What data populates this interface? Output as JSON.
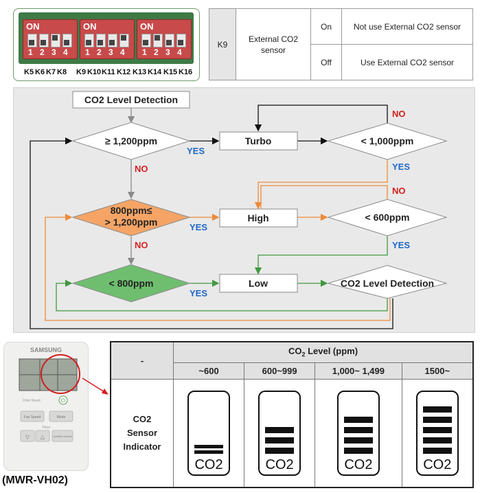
{
  "dip_panel": {
    "switch_label": "ON",
    "numbers": [
      "1",
      "2",
      "3",
      "4"
    ],
    "k_labels": [
      "K5",
      "K6",
      "K7",
      "K8",
      "K9",
      "K10",
      "K11",
      "K12",
      "K13",
      "K14",
      "K15",
      "K16"
    ]
  },
  "k9_table": {
    "key": "K9",
    "setting": "External CO2 sensor",
    "rows": [
      {
        "state": "On",
        "desc": "Not use External CO2 sensor"
      },
      {
        "state": "Off",
        "desc": "Use External CO2 sensor"
      }
    ]
  },
  "flowchart": {
    "start": "CO2 Level Detection",
    "d1": "≥ 1,200ppm",
    "turbo": "Turbo",
    "d2": "< 1,000ppm",
    "d3_line1": "800ppm≤",
    "d3_line2": "> 1,200ppm",
    "high": "High",
    "d4": "< 600ppm",
    "d5": "< 800ppm",
    "low": "Low",
    "end": "CO2 Level Detection",
    "yes": "YES",
    "no": "NO"
  },
  "remote": {
    "brand": "SAMSUNG",
    "model": "(MWR-VH02)",
    "btn_filter": "Filter Reset",
    "btn_fan": "Fan Speed",
    "btn_mode": "Mode",
    "btn_timer": "Timer",
    "btn_confirm": "Confirm Cancel"
  },
  "sensor_table": {
    "corner": "-",
    "header_pre": "CO",
    "header_sub": "2",
    "header_post": " Level (ppm)",
    "columns": [
      "~600",
      "600~999",
      "1,000~ 1,499",
      "1500~"
    ],
    "row_label_lines": [
      "CO2",
      "Sensor",
      "Indicator"
    ],
    "indicator_text": "CO2",
    "bars_per_level": [
      2,
      3,
      4,
      5
    ]
  },
  "colors": {
    "orange": "#f5a466",
    "green": "#6fbe6f",
    "orange_line": "#ee8a3a",
    "green_line": "#3f9a3f",
    "yes": "#1f68c8",
    "no": "#d42020"
  }
}
